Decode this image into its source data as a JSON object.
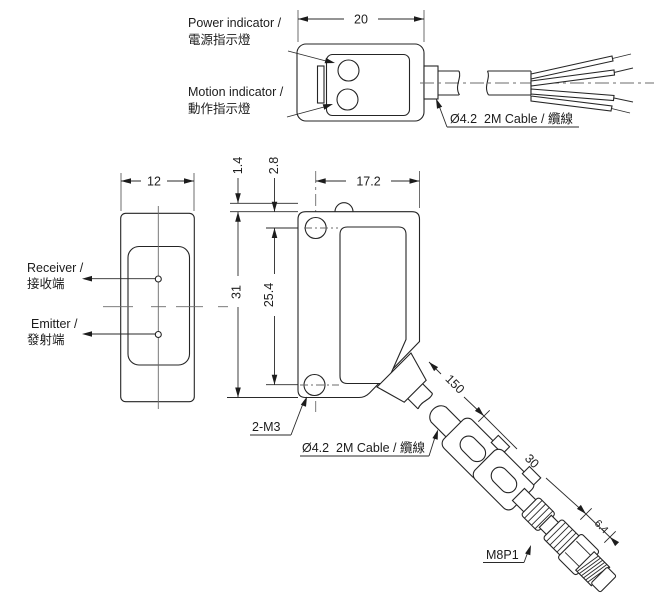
{
  "top_view": {
    "dim_width": "20",
    "power_label_en": "Power indicator /",
    "power_label_zh": "電源指示燈",
    "motion_label_en": "Motion indicator /",
    "motion_label_zh": "動作指示燈",
    "cable_label": "Ø4.2  2M Cable / 纜線",
    "power_led_color": "#d6d93f",
    "motion_led_color": "#e31117"
  },
  "side_view": {
    "dim_width": "12",
    "receiver_label_en": "Receiver /",
    "receiver_label_zh": "接收端",
    "emitter_label_en": "Emitter /",
    "emitter_label_zh": "發射端"
  },
  "front_view": {
    "dim_bump_height": "1.4",
    "dim_hole_offset": "2.8",
    "dim_width_to_center": "17.2",
    "dim_height": "31",
    "dim_hole_spacing": "25.4",
    "mount_hole_label": "2-M3",
    "cable_label": "Ø4.2  2M Cable / 纜線"
  },
  "connector": {
    "dim_cable_segment": "150",
    "dim_connector_segment": "30",
    "dim_head": "6.4",
    "thread_label": "M8P1"
  }
}
